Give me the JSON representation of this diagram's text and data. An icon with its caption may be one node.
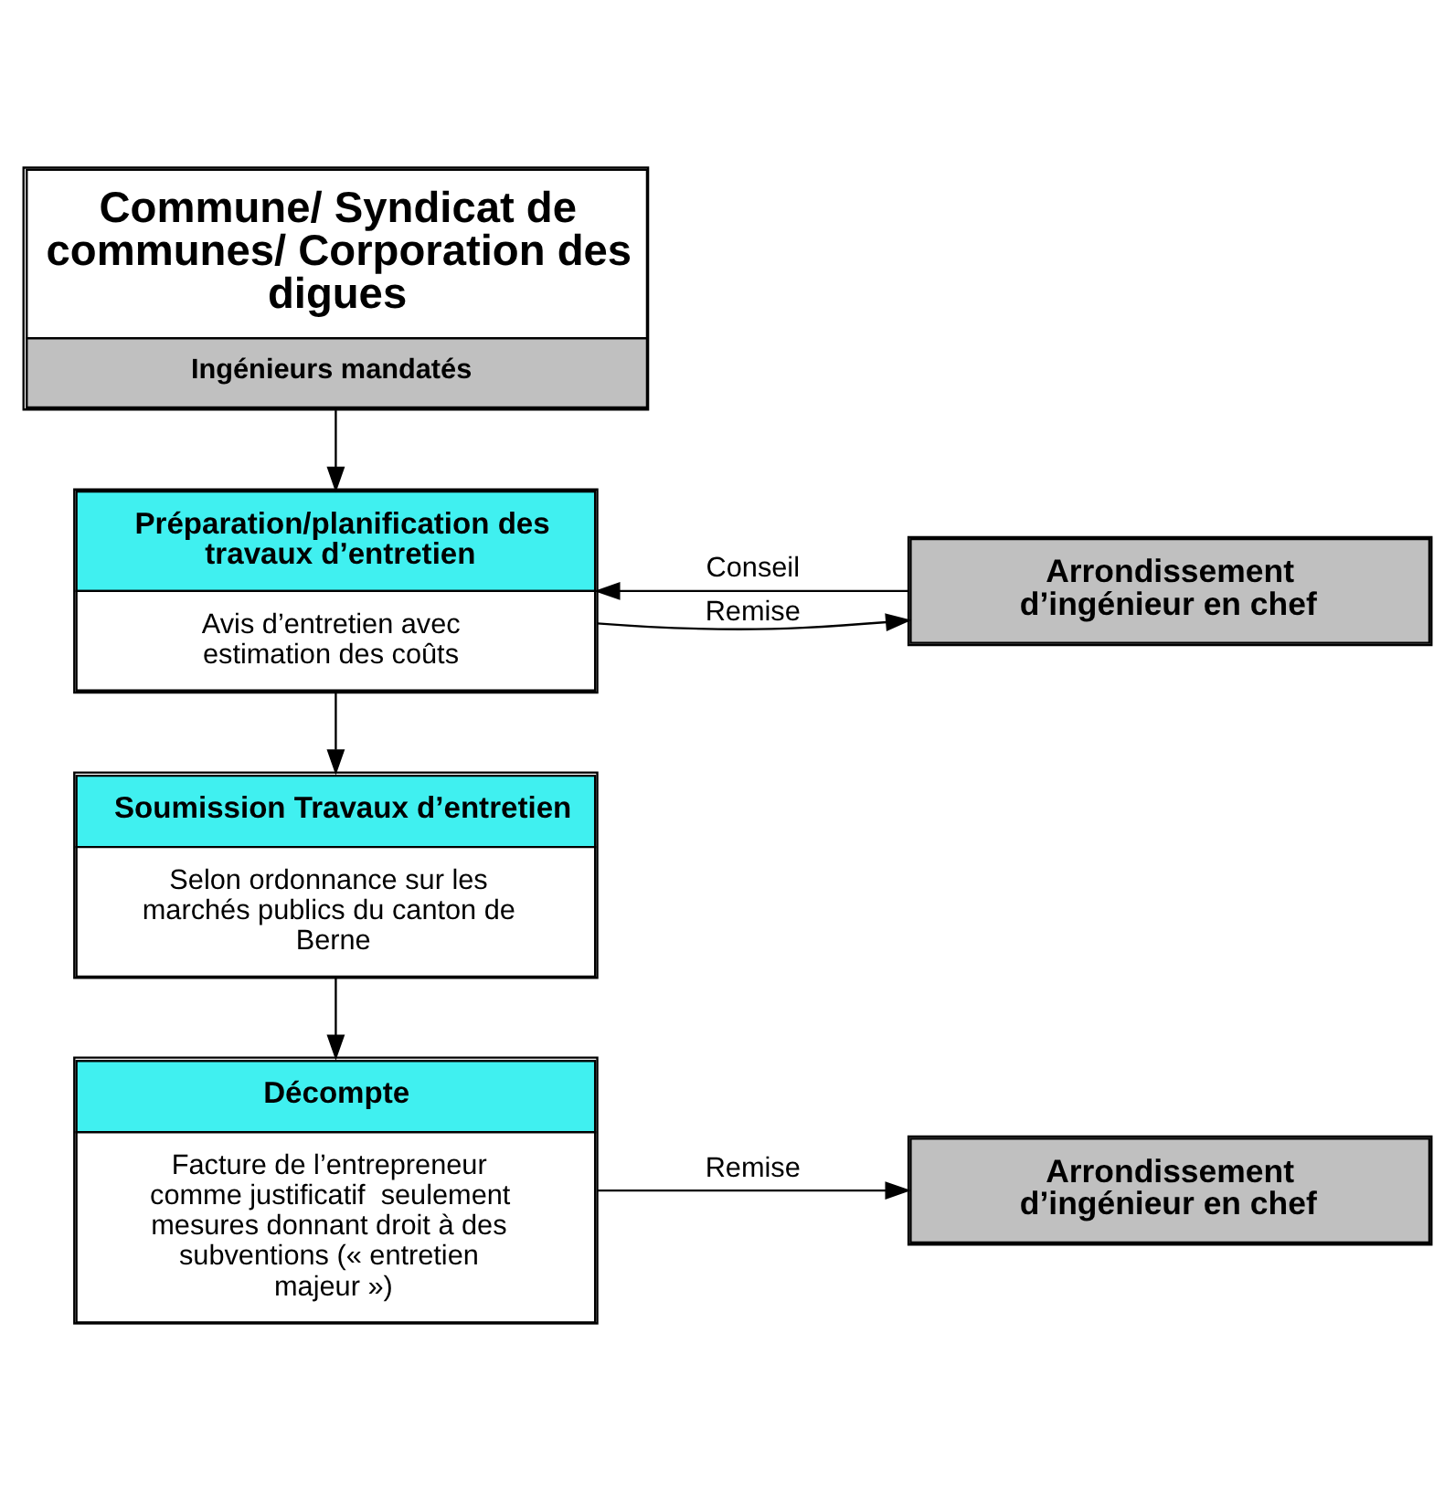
{
  "diagram": {
    "nodes": [
      {
        "text": [
          "Commune/ Syndicat de communes/ Corporation des digues",
          "Ingénieurs mandatés"
        ]
      },
      {
        "text": [
          "Préparation/planification des travaux d’entretien",
          "Avis d’entretien avec estimation des coûts"
        ]
      },
      {
        "text": [
          "Arrondissement d’ingénieur en chef"
        ]
      },
      {
        "text": [
          "Soumission Travaux d’entretien",
          "Selon ordonnance sur les marchés publics du canton de Berne"
        ]
      },
      {
        "text": [
          "Décompte",
          "Facture de l’entrepreneur comme justificatif  seulement mesures donnant droit à des subventions (« entretien majeur »)"
        ]
      },
      {
        "text": [
          "Arrondissement d’ingénieur en chef"
        ]
      }
    ],
    "edges": [
      {
        "from": 0,
        "to": 1,
        "arrow": "to"
      },
      {
        "from": 2,
        "to": 1,
        "arrow": "to",
        "label": "Conseil"
      },
      {
        "from": 1,
        "to": 2,
        "arrow": "to",
        "label": "Remise"
      },
      {
        "from": 1,
        "to": 3,
        "arrow": "to"
      },
      {
        "from": 3,
        "to": 4,
        "arrow": "to"
      },
      {
        "from": 4,
        "to": 5,
        "arrow": "to",
        "label": "Remise"
      }
    ]
  }
}
